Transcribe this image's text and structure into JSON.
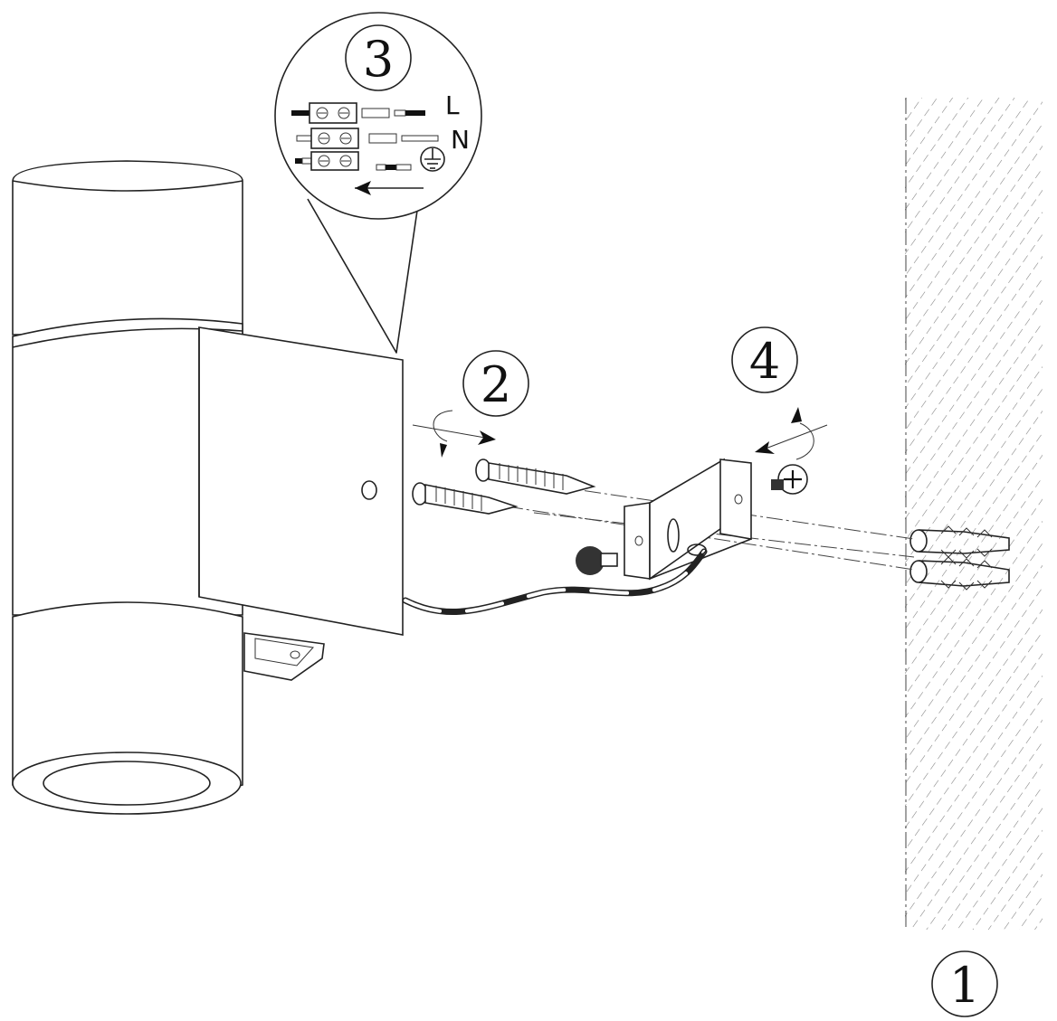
{
  "steps": [
    {
      "id": "1",
      "label": "1"
    },
    {
      "id": "2",
      "label": "2"
    },
    {
      "id": "3",
      "label": "3"
    },
    {
      "id": "4",
      "label": "4"
    }
  ],
  "wiring": {
    "live_label": "L",
    "neutral_label": "N",
    "earth_symbol": "earth-ground-icon"
  },
  "colors": {
    "line": "#222222",
    "background": "#ffffff",
    "hatch": "#555555"
  }
}
